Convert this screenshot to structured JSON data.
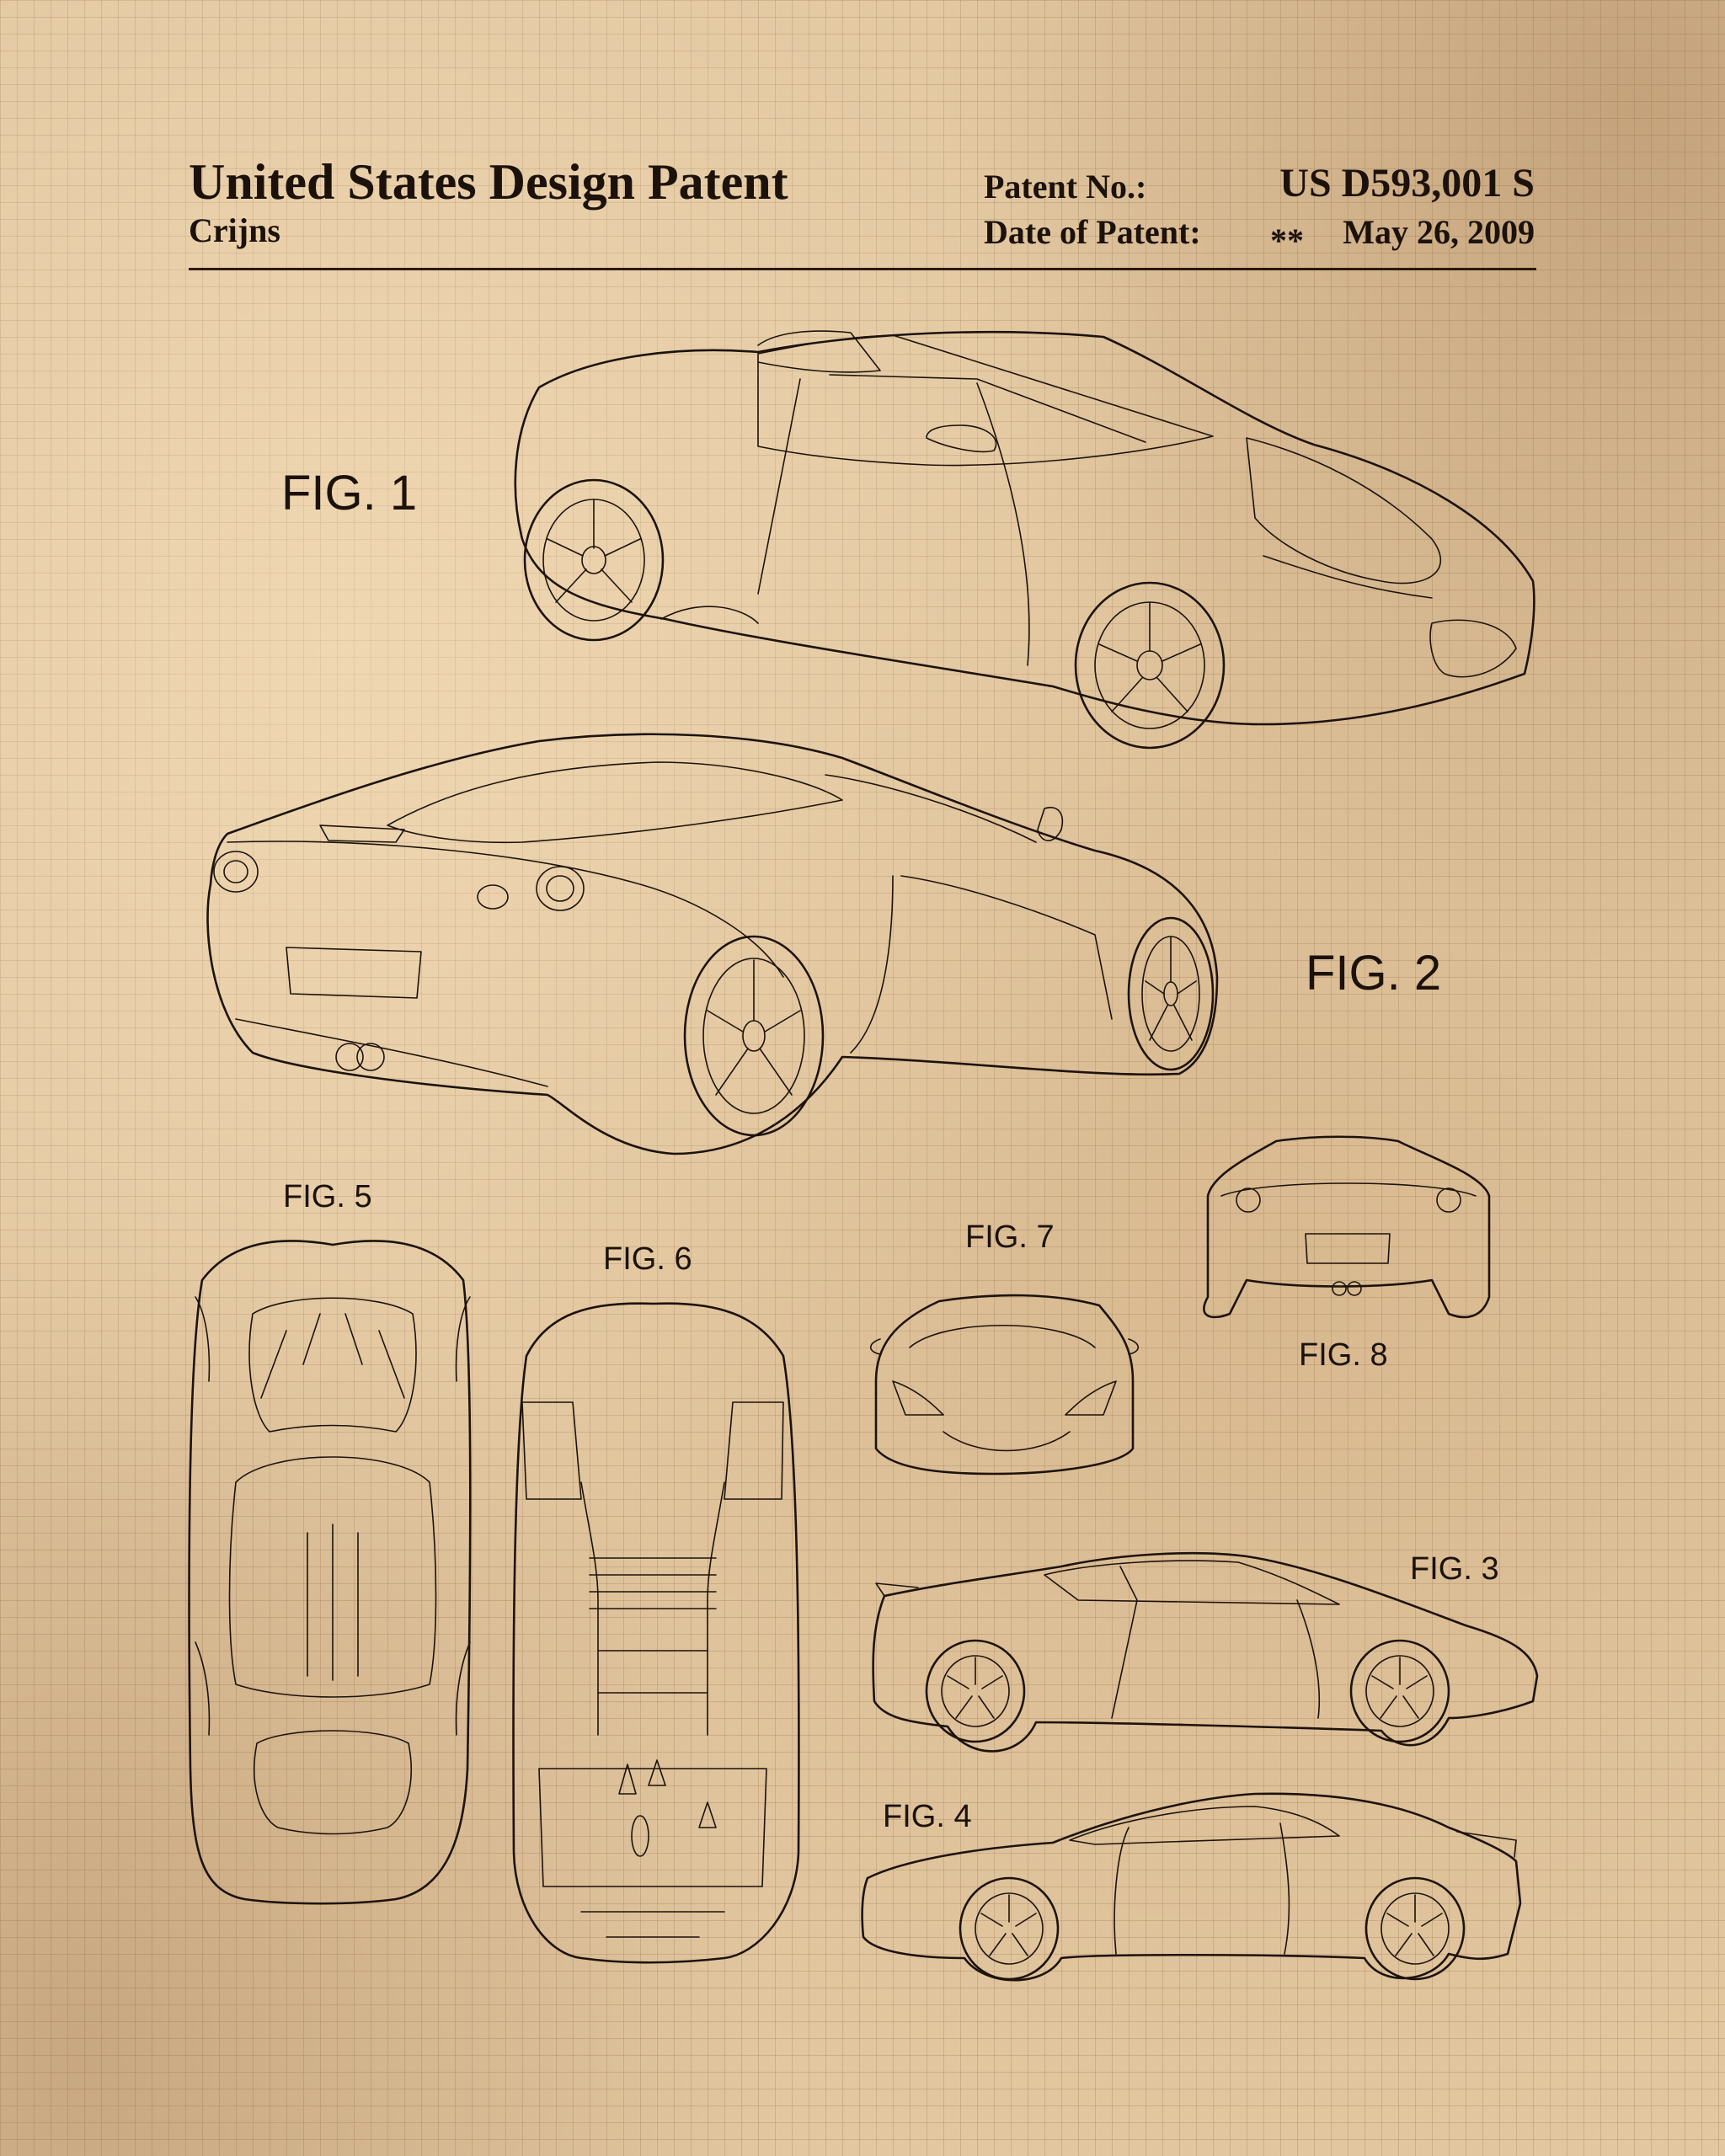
{
  "header": {
    "title": "United States Design Patent",
    "inventor": "Crijns",
    "patent_no_label": "Patent No.:",
    "patent_no": "US D593,001 S",
    "date_label": "Date of Patent:",
    "date_marker": "**",
    "date": "May 26, 2009"
  },
  "figures": {
    "fig1": "FIG. 1",
    "fig2": "FIG. 2",
    "fig3": "FIG. 3",
    "fig4": "FIG. 4",
    "fig5": "FIG. 5",
    "fig6": "FIG. 6",
    "fig7": "FIG. 7",
    "fig8": "FIG. 8"
  },
  "colors": {
    "paper": "#e2c7a0",
    "ink": "#1d130c",
    "grid": "#7a5030"
  }
}
